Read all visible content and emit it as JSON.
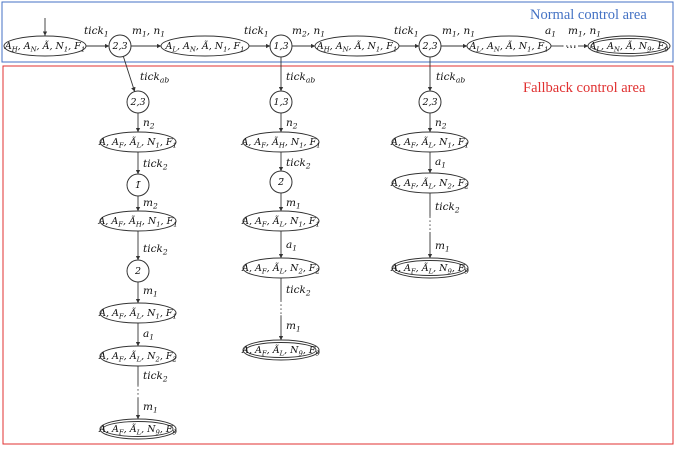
{
  "areas": {
    "normal": {
      "label": "Normal control area",
      "color": "#4472C4"
    },
    "fallback": {
      "label": "Fallback control area",
      "color": "#E03030"
    }
  },
  "stroke_color": "#333333",
  "nodes": {
    "n_top0": "A_H, A_N, Ã, N_1, F_1",
    "n_top1": "2,3",
    "n_top2": "A_L, A_N, Ã, N_1, F_1",
    "n_top3": "1,3",
    "n_top4": "A_H, A_N, Ã, N_1, F_1",
    "n_top5": "2,3",
    "n_top6": "A_L, A_N, Ã, N_1, F_1",
    "n_top7": "A_L, A_N, Ã, N_9, F_9",
    "n_c1_0": "2,3",
    "n_c1_1": "A, A_F, Ã_L, N_1, F_1",
    "n_c1_2": "1̃",
    "n_c1_3": "A, A_F, Ã_H, N_1, F_1",
    "n_c1_4": "2",
    "n_c1_5": "A, A_F, Ã_L, N_1, F_1",
    "n_c1_6": "A, A_F, Ã_L, N_2, F_2",
    "n_c1_7": "A, A_F, Ã_L, N_9, F_9",
    "n_c2_0": "1,3",
    "n_c2_1": "A, A_F, Ã_H, N_1, F_1",
    "n_c2_2": "2̃",
    "n_c2_3": "A, A_F, Ã_L, N_1, F_1",
    "n_c2_4": "A, A_F, Ã_L, N_2, F_2",
    "n_c2_5": "A, A_F, Ã_L, N_9, F_9",
    "n_c3_0": "2,3",
    "n_c3_1": "A, A_F, Ã_L, N_1, F_1",
    "n_c3_2": "A, A_F, Ã_L, N_2, F_2",
    "n_c3_3": "A, A_F, Ã_L, N_9, F_9"
  },
  "labels": {
    "l_t1": "tick_1",
    "l_t2": "m_1, n_1",
    "l_t3": "tick_1",
    "l_t4": "m_2, n_1",
    "l_t5": "tick_1",
    "l_t6": "m_1, n_1",
    "l_t7": "a_1",
    "l_t7b": "…",
    "l_t8": "m_1, n_1",
    "l_ab1": "tick_ab",
    "l_ab2": "tick_ab",
    "l_ab3": "tick_ab",
    "l_c1_a": "n_2",
    "l_c1_b": "tick_2",
    "l_c1_c": "m_2",
    "l_c1_d": "tick_2",
    "l_c1_e": "m_1",
    "l_c1_f": "a_1",
    "l_c1_g": "tick_2",
    "l_c1_h": "m_1",
    "l_c2_a": "n_2",
    "l_c2_b": "tick_2",
    "l_c2_c": "m_1",
    "l_c2_d": "a_1",
    "l_c2_e": "tick_2",
    "l_c2_f": "m_1",
    "l_c3_a": "n_2",
    "l_c3_b": "a_1",
    "l_c3_c": "tick_2",
    "l_c3_d": "m_1"
  }
}
